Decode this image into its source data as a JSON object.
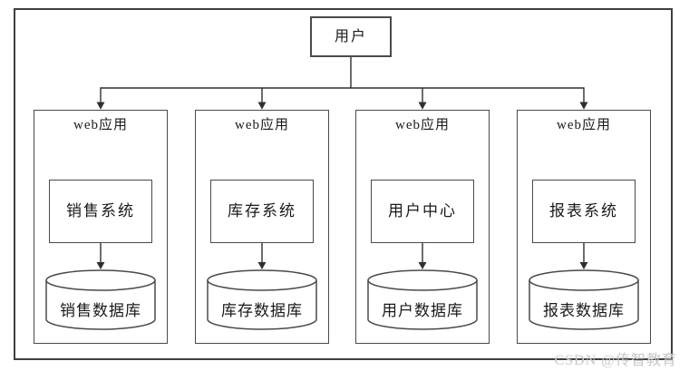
{
  "diagram": {
    "user_box": {
      "label": "用户"
    },
    "columns": [
      {
        "container_label": "web应用",
        "system_label": "销售系统",
        "database_label": "销售数据库"
      },
      {
        "container_label": "web应用",
        "system_label": "库存系统",
        "database_label": "库存数据库"
      },
      {
        "container_label": "web应用",
        "system_label": "用户中心",
        "database_label": "用户数据库"
      },
      {
        "container_label": "web应用",
        "system_label": "报表系统",
        "database_label": "报表数据库"
      }
    ],
    "watermark": "CSDN @传智教育",
    "colors": {
      "line": "#4a4a4a",
      "connector": "#2f2f2f",
      "text": "#1a1a1a",
      "watermark": "#c9c9c9",
      "background": "#ffffff"
    }
  }
}
